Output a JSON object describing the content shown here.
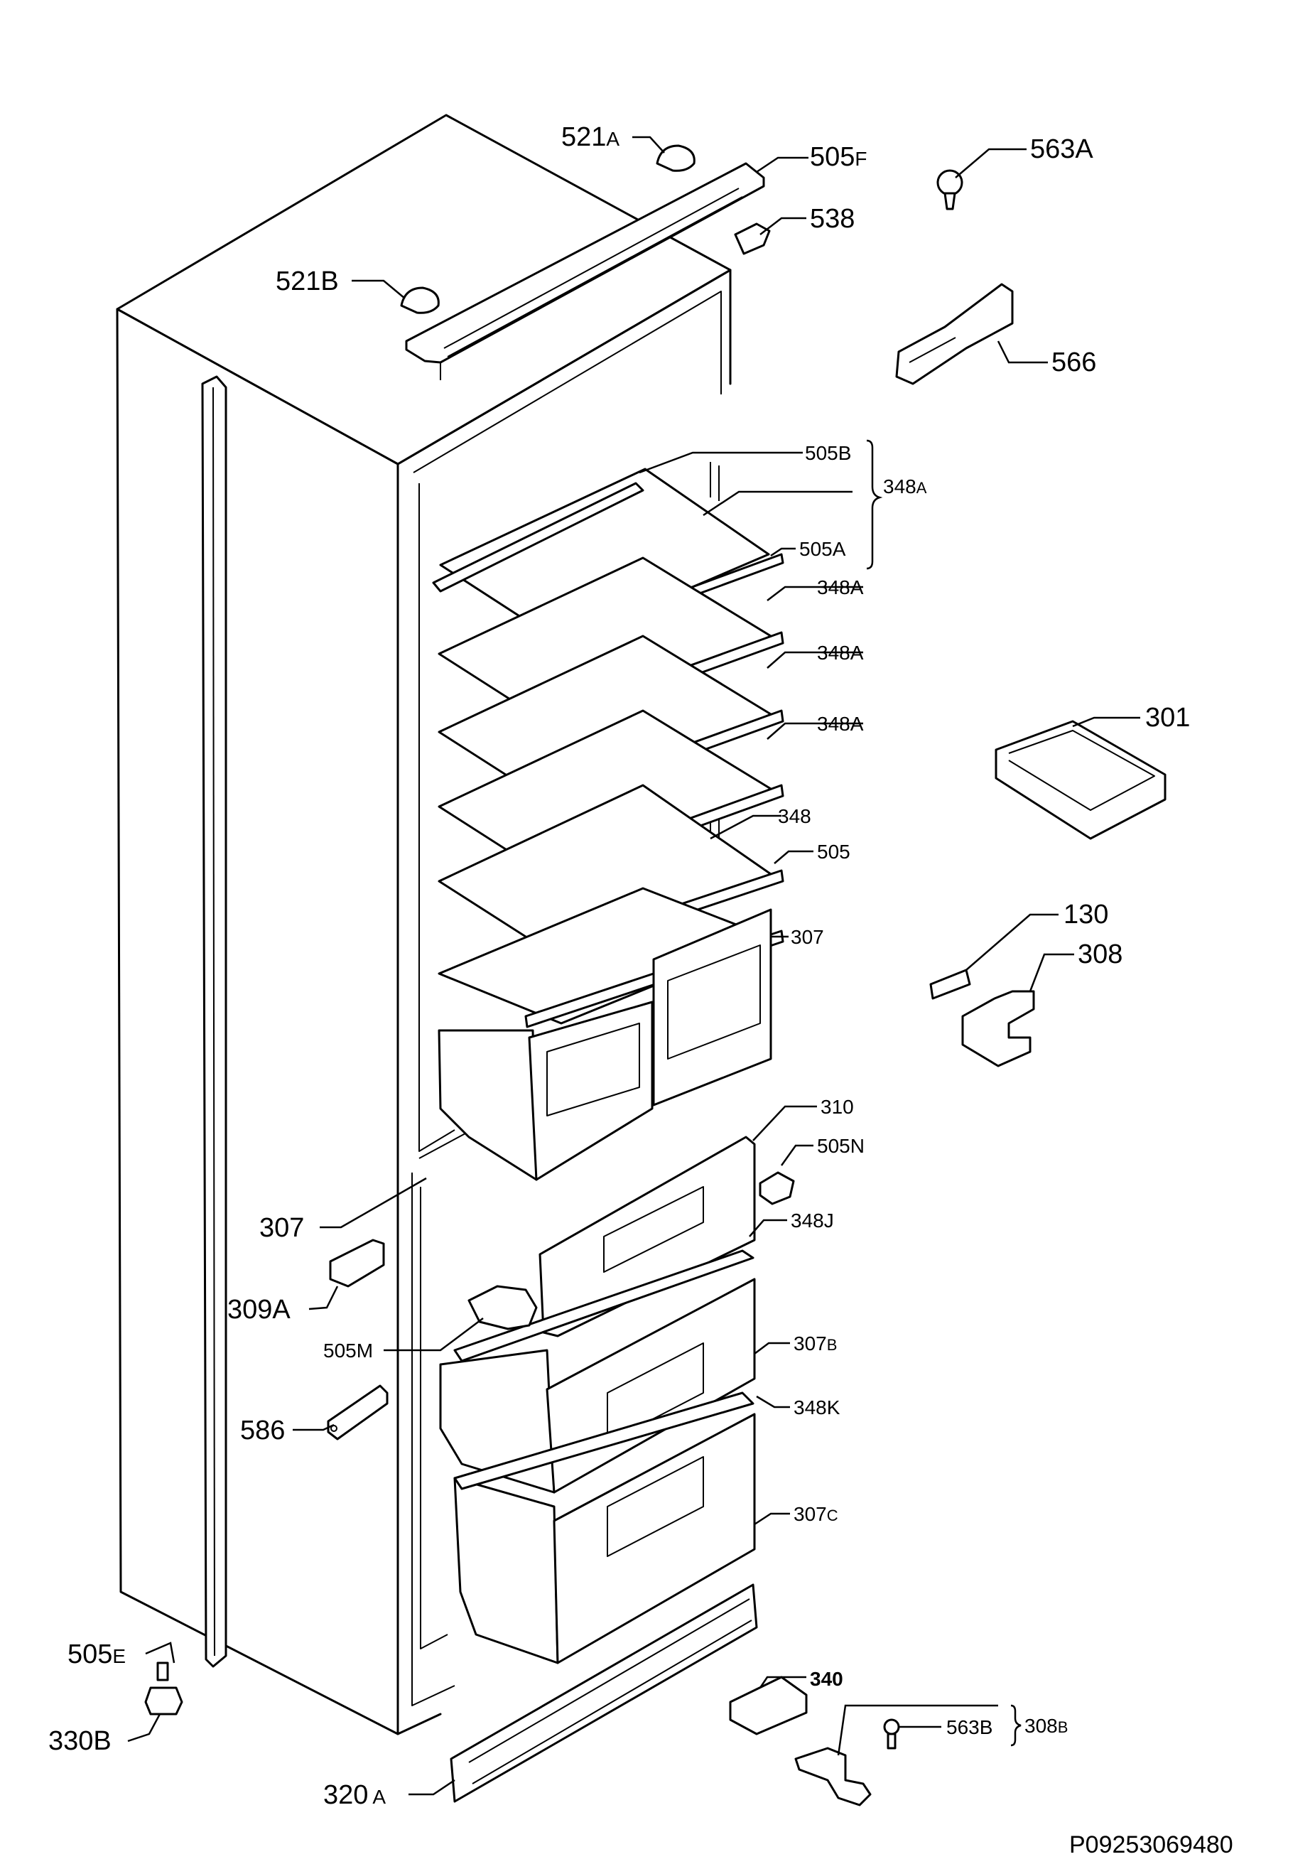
{
  "labels": {
    "l521A": {
      "num": "521",
      "suf": "A"
    },
    "l505F": {
      "num": "505",
      "suf": "F"
    },
    "l563A": {
      "num": "563A",
      "suf": ""
    },
    "l538": {
      "num": "538",
      "suf": ""
    },
    "l521B": {
      "num": "521",
      "suf": "B"
    },
    "l566": {
      "num": "566",
      "suf": ""
    },
    "l505B": {
      "num": "505B",
      "suf": ""
    },
    "l348A_group": {
      "num": "348",
      "suf": "A"
    },
    "l505A": {
      "num": "505A",
      "suf": ""
    },
    "l348A_1": {
      "num": "348A",
      "suf": ""
    },
    "l348A_2": {
      "num": "348A",
      "suf": ""
    },
    "l348A_3": {
      "num": "348A",
      "suf": ""
    },
    "l301": {
      "num": "301",
      "suf": ""
    },
    "l348": {
      "num": "348",
      "suf": ""
    },
    "l505": {
      "num": "505",
      "suf": ""
    },
    "l307_top": {
      "num": "307",
      "suf": ""
    },
    "l130": {
      "num": "130",
      "suf": ""
    },
    "l308": {
      "num": "308",
      "suf": ""
    },
    "l310": {
      "num": "310",
      "suf": ""
    },
    "l505N": {
      "num": "505N",
      "suf": ""
    },
    "l307_left": {
      "num": "307",
      "suf": ""
    },
    "l348J": {
      "num": "348J",
      "suf": ""
    },
    "l309A": {
      "num": "309A",
      "suf": ""
    },
    "l505M": {
      "num": "505M",
      "suf": ""
    },
    "l307B": {
      "num": "307",
      "suf": "B"
    },
    "l586": {
      "num": "586",
      "suf": ""
    },
    "l348K": {
      "num": "348K",
      "suf": ""
    },
    "l307C": {
      "num": "307",
      "suf": "C"
    },
    "l505E": {
      "num": "505",
      "suf": "E"
    },
    "l330B": {
      "num": "330",
      "suf": "B"
    },
    "l340": {
      "num": "340",
      "suf": ""
    },
    "l563B": {
      "num": "563B",
      "suf": ""
    },
    "l308B": {
      "num": "308",
      "suf": "B"
    },
    "l320A": {
      "num": "320",
      "suf": "A"
    }
  },
  "document_id": "P09253069480"
}
